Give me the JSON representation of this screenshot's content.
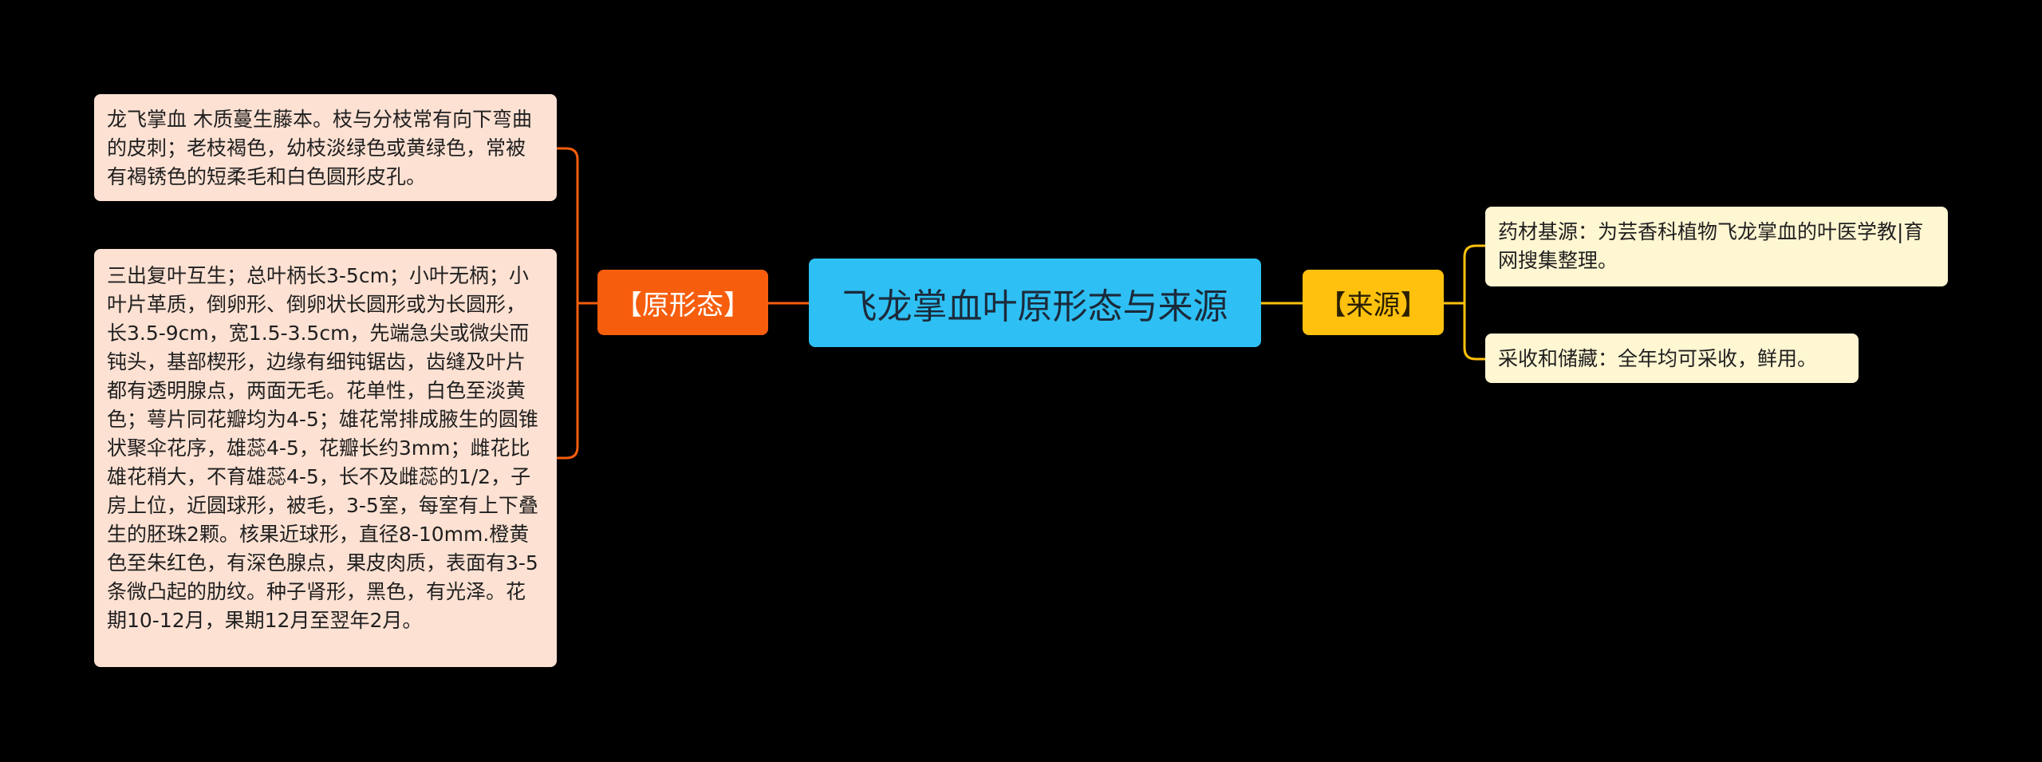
{
  "mindmap": {
    "root": "飞龙掌血叶原形态与来源",
    "branches": [
      {
        "label": "【原形态】",
        "color": "#f65e0e",
        "items": [
          "龙飞掌血 木质蔓生藤本。枝与分枝常有向下弯曲的皮刺；老枝褐色，幼枝淡绿色或黄绿色，常被有褐锈色的短柔毛和白色圆形皮孔。",
          "三出复叶互生；总叶柄长3-5cm；小叶无柄；小叶片革质，倒卵形、倒卵状长圆形或为长圆形，长3.5-9cm，宽1.5-3.5cm，先端急尖或微尖而钝头，基部楔形，边缘有细钝锯齿，齿缝及叶片都有透明腺点，两面无毛。花单性，白色至淡黄色；萼片同花瓣均为4-5；雄花常排成腋生的圆锥状聚伞花序，雄蕊4-5，花瓣长约3mm；雌花比雄花稍大，不育雄蕊4-5，长不及雌蕊的1/2，子房上位，近圆球形，被毛，3-5室，每室有上下叠生的胚珠2颗。核果近球形，直径8-10mm.橙黄色至朱红色，有深色腺点，果皮肉质，表面有3-5条微凸起的肋纹。种子肾形，黑色，有光泽。花期10-12月，果期12月至翌年2月。"
        ]
      },
      {
        "label": "【来源】",
        "color": "#ffc10e",
        "items": [
          "药材基源：为芸香科植物飞龙掌血的叶医学教|育网搜集整理。",
          "采收和储藏：全年均可采收，鲜用。"
        ]
      }
    ]
  }
}
